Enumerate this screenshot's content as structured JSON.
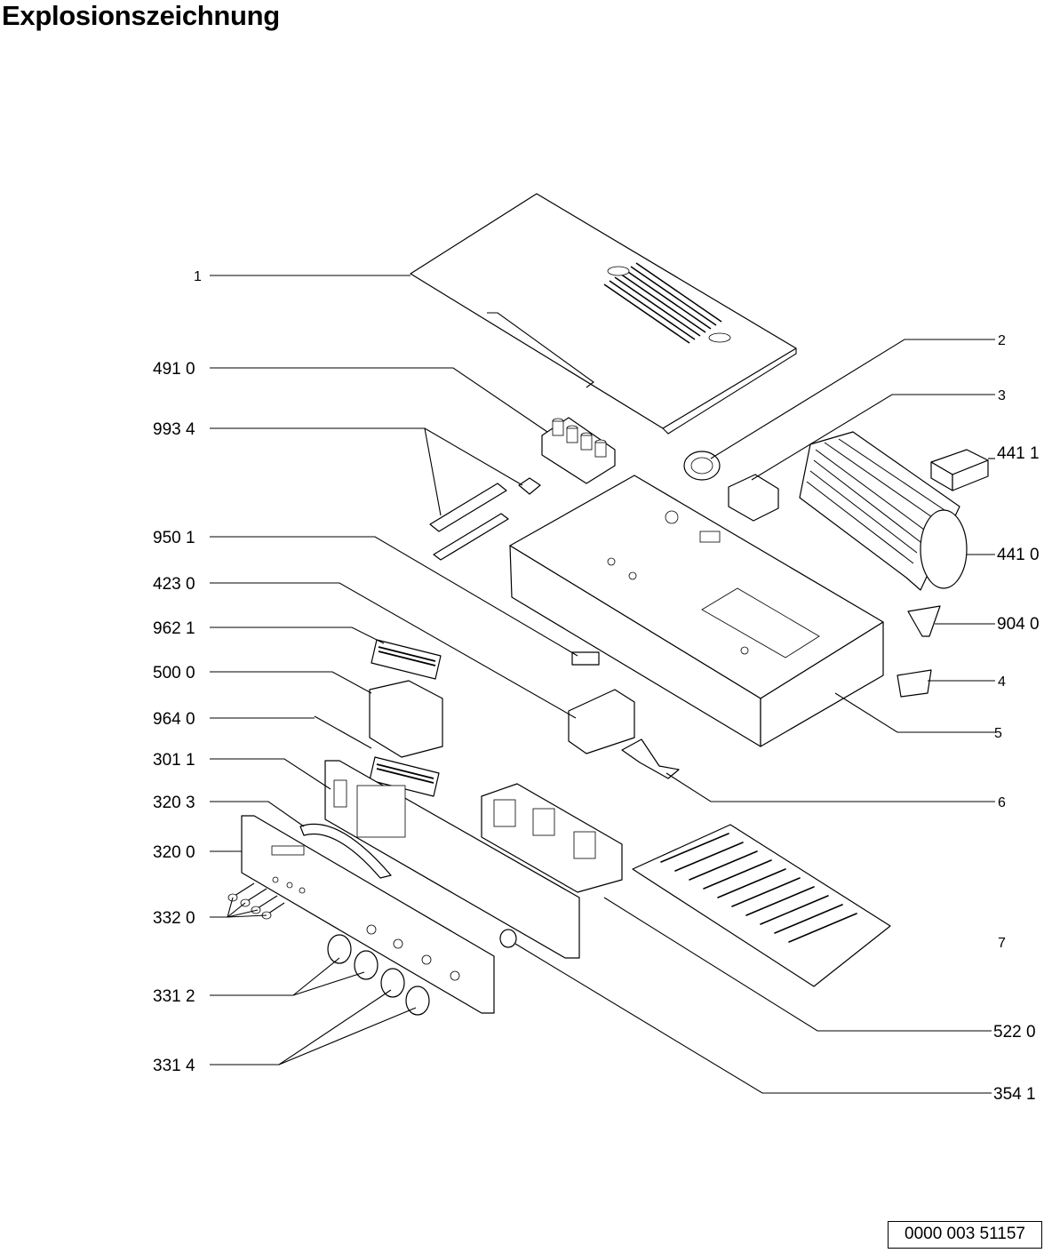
{
  "title": "Explosionszeichnung",
  "document_number": "0000 003 51157",
  "labels_left": [
    "1",
    "491 0",
    "993 4",
    "950 1",
    "423 0",
    "962 1",
    "500 0",
    "964 0",
    "301 1",
    "320 3",
    "320 0",
    "332 0",
    "331 2",
    "331 4"
  ],
  "labels_right": [
    "2",
    "3",
    "441 1",
    "441 0",
    "904 0",
    "4",
    "5",
    "6",
    "7",
    "522 0",
    "354 1"
  ]
}
